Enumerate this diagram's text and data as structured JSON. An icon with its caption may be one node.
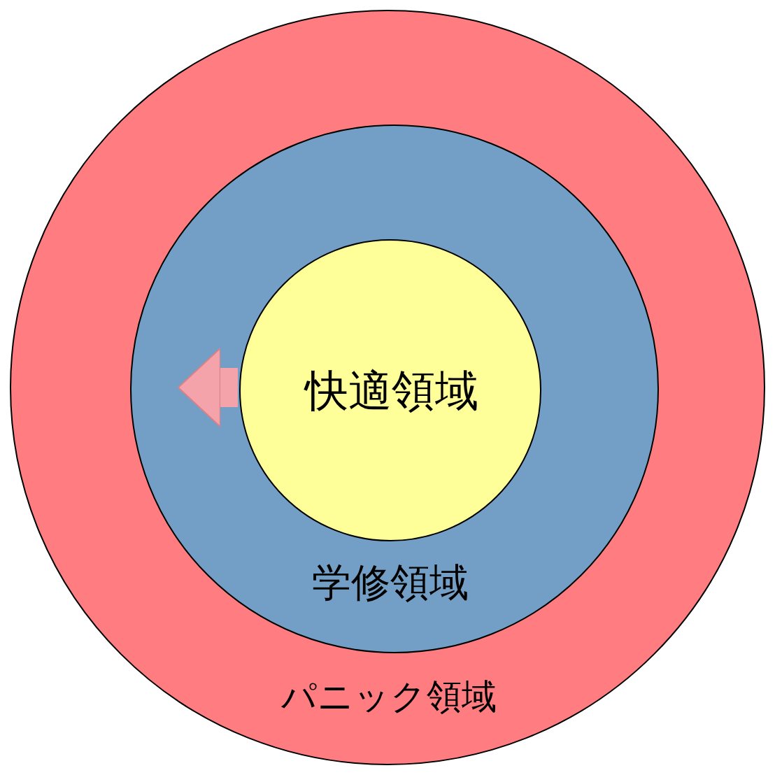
{
  "diagram": {
    "nodes": [
      {
        "text": [
          "パニック領域"
        ]
      },
      {
        "text": [
          "学修領域"
        ],
        "in": 0
      },
      {
        "text": [
          "快適領域"
        ],
        "in": 1
      }
    ],
    "edges": [
      {
        "from": 2,
        "to": 1,
        "arrow": "to"
      }
    ]
  }
}
